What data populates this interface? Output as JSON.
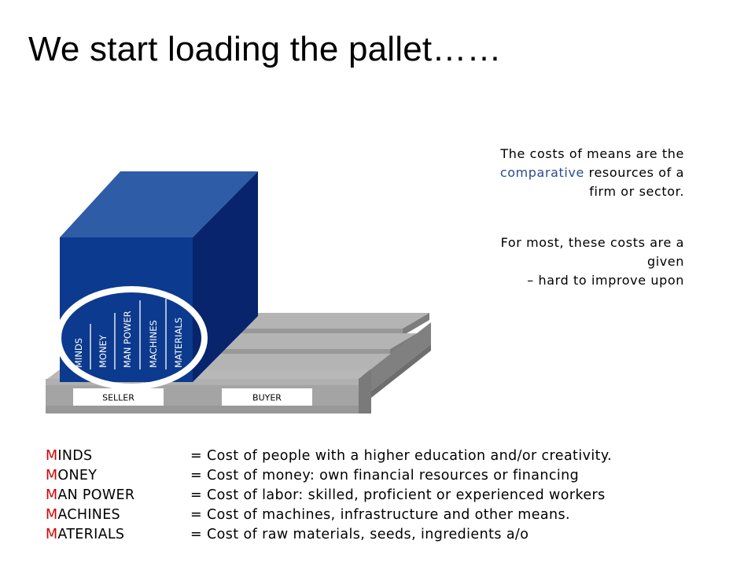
{
  "title": "We start loading the pallet……",
  "diagram": {
    "box_labels": [
      "MINDS",
      "MONEY",
      "MAN POWER",
      "MACHINES",
      "MATERIALS"
    ],
    "pallet_labels": {
      "seller": "SELLER",
      "buyer": "BUYER"
    },
    "colors": {
      "box_front": "#0c3a8e",
      "box_top": "#2f5ca6",
      "box_side": "#07246d",
      "circle": "#ffffff",
      "pallet": "#a0a0a0"
    }
  },
  "notes": {
    "p1_before": "The costs of means are the",
    "p1_accent": "comparative",
    "p1_after": "resources of a firm or sector.",
    "p2_line1": "For most, these costs are a given",
    "p2_line2": "– hard to improve upon"
  },
  "legend": [
    {
      "first": "M",
      "rest": "INDS",
      "desc": "= Cost of people with a higher education and/or creativity."
    },
    {
      "first": "M",
      "rest": "ONEY",
      "desc": "= Cost of money: own financial resources or financing"
    },
    {
      "first": "M",
      "rest": "AN POWER",
      "desc": "= Cost of labor: skilled, proficient or experienced workers"
    },
    {
      "first": "M",
      "rest": "ACHINES",
      "desc": "= Cost of machines, infrastructure and other means."
    },
    {
      "first": "M",
      "rest": "ATERIALS",
      "desc": "= Cost of raw materials, seeds, ingredients a/o"
    }
  ],
  "accent_color": "#2a4c8f",
  "legend_initial_color": "#d40000"
}
